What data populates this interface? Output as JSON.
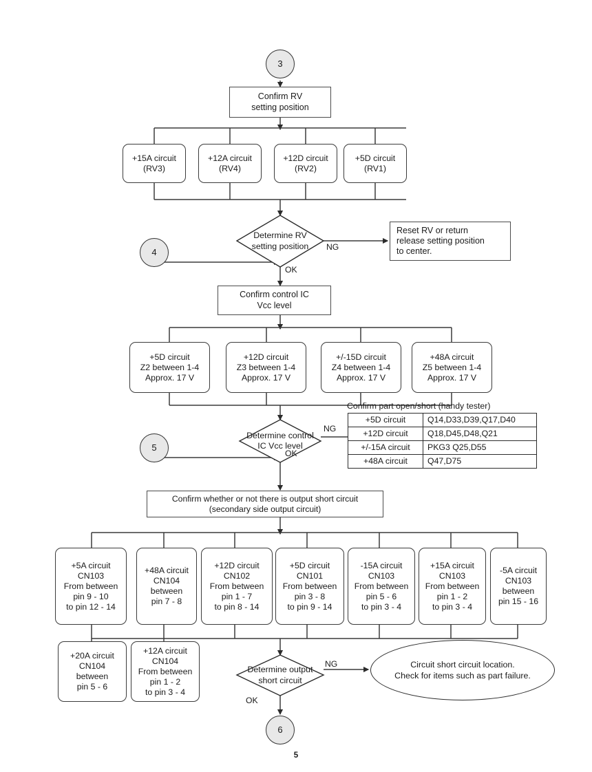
{
  "page": {
    "number": "5"
  },
  "connectors": {
    "start": "3",
    "ref4": "4",
    "ref5": "5",
    "end": "6"
  },
  "edge_labels": {
    "ng": "NG",
    "ok": "OK"
  },
  "steps": {
    "confirm_rv": "Confirm RV\nsetting position",
    "confirm_vcc": "Confirm control IC\nVcc level",
    "confirm_output_short": "Confirm whether or not there is output short circuit\n(secondary side output circuit)"
  },
  "decisions": {
    "determine_rv": "Determine RV\nsetting position",
    "determine_vcc": "Determine control\nIC Vcc level",
    "determine_output_short": "Determine output\nshort circuit"
  },
  "outcomes": {
    "reset_rv": "Reset RV or return\nrelease setting position\nto center.",
    "short_location": "Circuit short circuit location.\nCheck for items such as part failure."
  },
  "rv_boxes": [
    {
      "line1": "+15A circuit",
      "line2": "(RV3)"
    },
    {
      "line1": "+12A circuit",
      "line2": "(RV4)"
    },
    {
      "line1": "+12D circuit",
      "line2": "(RV2)"
    },
    {
      "line1": "+5D circuit",
      "line2": "(RV1)"
    }
  ],
  "vcc_boxes": [
    {
      "text": "+5D circuit\nZ2 between 1-4\nApprox. 17 V"
    },
    {
      "text": "+12D circuit\nZ3 between 1-4\nApprox. 17 V"
    },
    {
      "text": "+/-15D circuit\nZ4 between 1-4\nApprox. 17 V"
    },
    {
      "text": "+48A circuit\nZ5 between 1-4\nApprox. 17 V"
    }
  ],
  "part_table": {
    "caption": "Confirm part open/short (handy tester)",
    "rows": [
      {
        "circuit": "+5D circuit",
        "parts": "Q14,D33,D39,Q17,D40"
      },
      {
        "circuit": "+12D circuit",
        "parts": "Q18,D45,D48,Q21"
      },
      {
        "circuit": "+/-15A circuit",
        "parts": "PKG3 Q25,D55"
      },
      {
        "circuit": "+48A circuit",
        "parts": "Q47,D75"
      }
    ]
  },
  "output_boxes": [
    {
      "text": "+5A circuit\nCN103\nFrom between\npin 9 - 10\nto pin 12 - 14"
    },
    {
      "text": "+48A circuit\nCN104\nbetween\npin 7 - 8"
    },
    {
      "text": "+12D circuit\nCN102\nFrom between\npin 1 - 7\nto pin 8 - 14"
    },
    {
      "text": "+5D circuit\nCN101\nFrom between\npin 3 - 8\nto pin 9 - 14"
    },
    {
      "text": "-15A circuit\nCN103\nFrom between\npin 5 - 6\nto pin 3 - 4"
    },
    {
      "text": "+15A circuit\nCN103\nFrom between\npin 1 - 2\nto pin 3 - 4"
    },
    {
      "text": "-5A circuit\nCN103\nbetween\npin 15 - 16"
    }
  ],
  "output_boxes_row2": [
    {
      "text": "+20A circuit\nCN104\nbetween\npin 5 - 6"
    },
    {
      "text": "+12A circuit\nCN104\nFrom between\npin 1 - 2\nto pin 3 - 4"
    }
  ],
  "colors": {
    "connector_fill": "#e8e8e8",
    "line": "#3a3a3a",
    "text": "#1a1a1a"
  }
}
